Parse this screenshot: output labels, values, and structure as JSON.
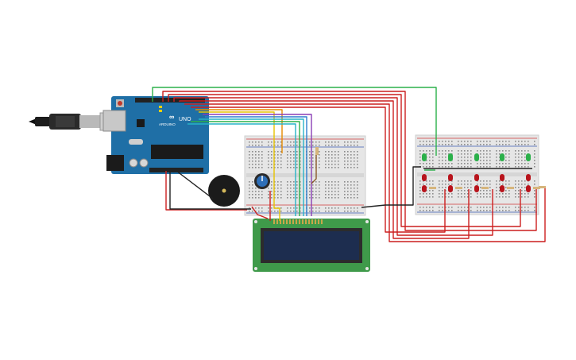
{
  "arduino": {
    "brand_label": "ARDUINO",
    "model_label": "UNO",
    "board_color": "#1f6fa6"
  },
  "breadboards": {
    "body_color": "#e6e6e6",
    "rail_red": "#d23c3c",
    "rail_blue": "#3b5bb3"
  },
  "lcd": {
    "pcb_color": "#3f9a4a",
    "screen_color": "#1d2d4f"
  },
  "leds": {
    "green_count": 5,
    "red_count": 10,
    "green_color": "#2bb04a",
    "red_color": "#b8141c"
  },
  "wires": {
    "red": "#cc1f1f",
    "black": "#222222",
    "green": "#2bb04a",
    "yellow": "#e6c300",
    "orange": "#e58a00",
    "blue": "#2d7fd0",
    "cyan": "#27b3c7",
    "purple": "#8a3fb5",
    "brown": "#8b5a2b"
  },
  "components": {
    "usb_plug_icon": "usb-cable-icon",
    "buzzer_icon": "piezo-buzzer-icon",
    "potentiometer_icon": "potentiometer-icon"
  }
}
